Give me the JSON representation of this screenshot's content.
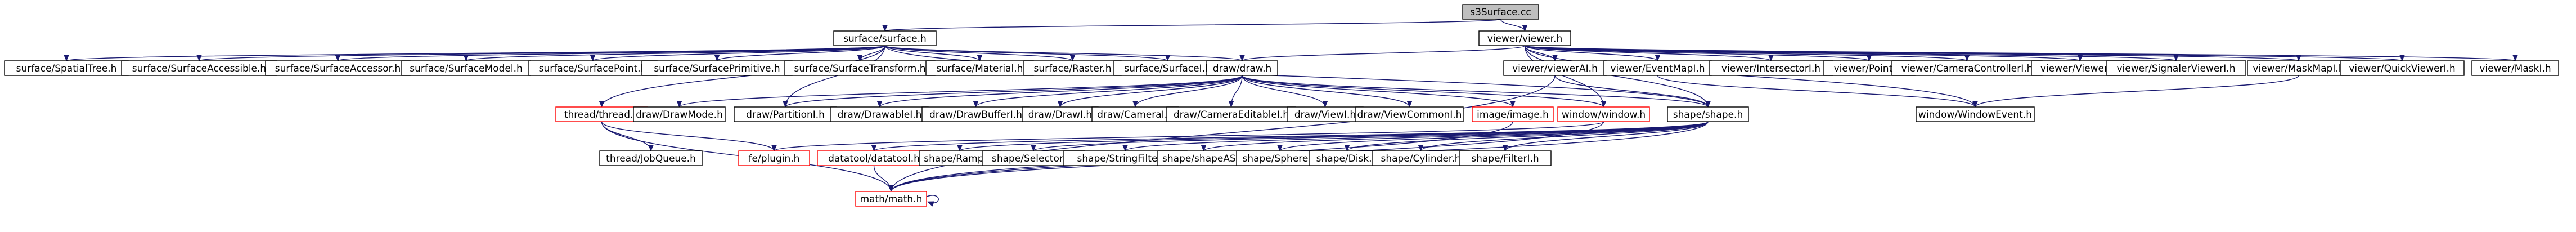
{
  "graph": {
    "colors": {
      "node_fill": "#ffffff",
      "node_border": "#000000",
      "node_border_incomplete": "#ff0000",
      "root_fill": "#bfbfbf",
      "edge": "#191970",
      "text": "#000000",
      "background": "#ffffff"
    },
    "nodes": [
      {
        "id": "root",
        "label": "s3Surface.cc",
        "root": true
      },
      {
        "id": "surface_h",
        "label": "surface/surface.h"
      },
      {
        "id": "viewer_h",
        "label": "viewer/viewer.h"
      },
      {
        "id": "spatialtree",
        "label": "surface/SpatialTree.h"
      },
      {
        "id": "accessible",
        "label": "surface/SurfaceAccessible.h"
      },
      {
        "id": "accessor",
        "label": "surface/SurfaceAccessor.h"
      },
      {
        "id": "model",
        "label": "surface/SurfaceModel.h"
      },
      {
        "id": "point",
        "label": "surface/SurfacePoint.h"
      },
      {
        "id": "primitive",
        "label": "surface/SurfacePrimitive.h"
      },
      {
        "id": "transform",
        "label": "surface/SurfaceTransform.h"
      },
      {
        "id": "material",
        "label": "surface/Material.h"
      },
      {
        "id": "raster",
        "label": "surface/Raster.h"
      },
      {
        "id": "surfacei",
        "label": "surface/SurfaceI.h"
      },
      {
        "id": "draw_h",
        "label": "draw/draw.h"
      },
      {
        "id": "viewerai",
        "label": "viewer/viewerAI.h"
      },
      {
        "id": "eventmapi",
        "label": "viewer/EventMapI.h"
      },
      {
        "id": "intersectori",
        "label": "viewer/IntersectorI.h"
      },
      {
        "id": "pointi",
        "label": "viewer/PointI.h"
      },
      {
        "id": "cameracontroller",
        "label": "viewer/CameraControllerI.h"
      },
      {
        "id": "vieweri",
        "label": "viewer/ViewerI.h"
      },
      {
        "id": "signalerviewer",
        "label": "viewer/SignalerViewerI.h"
      },
      {
        "id": "maskmapi",
        "label": "viewer/MaskMapI.h"
      },
      {
        "id": "quickviewer",
        "label": "viewer/QuickViewerI.h"
      },
      {
        "id": "maski",
        "label": "viewer/MaskI.h"
      },
      {
        "id": "thread",
        "label": "thread/thread.h",
        "incomplete": true
      },
      {
        "id": "drawmode",
        "label": "draw/DrawMode.h"
      },
      {
        "id": "partition",
        "label": "draw/PartitionI.h"
      },
      {
        "id": "drawable",
        "label": "draw/DrawableI.h"
      },
      {
        "id": "drawbuffer",
        "label": "draw/DrawBufferI.h"
      },
      {
        "id": "drawi",
        "label": "draw/DrawI.h"
      },
      {
        "id": "camerai",
        "label": "draw/CameraI.h"
      },
      {
        "id": "cameraeditable",
        "label": "draw/CameraEditableI.h"
      },
      {
        "id": "viewi",
        "label": "draw/ViewI.h"
      },
      {
        "id": "viewcommon",
        "label": "draw/ViewCommonI.h"
      },
      {
        "id": "image",
        "label": "image/image.h",
        "incomplete": true
      },
      {
        "id": "window",
        "label": "window/window.h",
        "incomplete": true
      },
      {
        "id": "shape",
        "label": "shape/shape.h"
      },
      {
        "id": "windowevent",
        "label": "window/WindowEvent.h"
      },
      {
        "id": "jobqueue",
        "label": "thread/JobQueue.h"
      },
      {
        "id": "plugin",
        "label": "fe/plugin.h",
        "incomplete": true
      },
      {
        "id": "datatool",
        "label": "datatool/datatool.h",
        "incomplete": true
      },
      {
        "id": "rampi",
        "label": "shape/RampI.h"
      },
      {
        "id": "selectori",
        "label": "shape/SelectorI.h"
      },
      {
        "id": "stringfilter",
        "label": "shape/StringFilterI.h"
      },
      {
        "id": "shapeas",
        "label": "shape/shapeAS.h"
      },
      {
        "id": "sphere",
        "label": "shape/Sphere.h"
      },
      {
        "id": "disk",
        "label": "shape/Disk.h"
      },
      {
        "id": "cylinder",
        "label": "shape/Cylinder.h"
      },
      {
        "id": "filteri",
        "label": "shape/FilterI.h"
      },
      {
        "id": "math",
        "label": "math/math.h",
        "incomplete": true
      }
    ],
    "edges": [
      [
        "root",
        "surface_h"
      ],
      [
        "root",
        "viewer_h"
      ],
      [
        "surface_h",
        "spatialtree"
      ],
      [
        "surface_h",
        "accessible"
      ],
      [
        "surface_h",
        "accessor"
      ],
      [
        "surface_h",
        "model"
      ],
      [
        "surface_h",
        "point"
      ],
      [
        "surface_h",
        "primitive"
      ],
      [
        "surface_h",
        "transform"
      ],
      [
        "surface_h",
        "material"
      ],
      [
        "surface_h",
        "raster"
      ],
      [
        "surface_h",
        "surfacei"
      ],
      [
        "surface_h",
        "draw_h"
      ],
      [
        "surface_h",
        "thread"
      ],
      [
        "surface_h",
        "partition"
      ],
      [
        "surface_h",
        "shape"
      ],
      [
        "viewer_h",
        "draw_h"
      ],
      [
        "viewer_h",
        "window"
      ],
      [
        "viewer_h",
        "viewerai"
      ],
      [
        "viewer_h",
        "eventmapi"
      ],
      [
        "viewer_h",
        "intersectori"
      ],
      [
        "viewer_h",
        "pointi"
      ],
      [
        "viewer_h",
        "cameracontroller"
      ],
      [
        "viewer_h",
        "vieweri"
      ],
      [
        "viewer_h",
        "signalerviewer"
      ],
      [
        "viewer_h",
        "maskmapi"
      ],
      [
        "viewer_h",
        "quickviewer"
      ],
      [
        "viewer_h",
        "maski"
      ],
      [
        "viewer_h",
        "windowevent"
      ],
      [
        "viewer_h",
        "shape"
      ],
      [
        "draw_h",
        "drawmode"
      ],
      [
        "draw_h",
        "partition"
      ],
      [
        "draw_h",
        "drawable"
      ],
      [
        "draw_h",
        "drawbuffer"
      ],
      [
        "draw_h",
        "drawi"
      ],
      [
        "draw_h",
        "camerai"
      ],
      [
        "draw_h",
        "cameraeditable"
      ],
      [
        "draw_h",
        "viewi"
      ],
      [
        "draw_h",
        "viewcommon"
      ],
      [
        "draw_h",
        "image"
      ],
      [
        "draw_h",
        "window"
      ],
      [
        "draw_h",
        "shape"
      ],
      [
        "viewerai",
        "shape"
      ],
      [
        "viewerai",
        "math"
      ],
      [
        "eventmapi",
        "windowevent"
      ],
      [
        "maskmapi",
        "windowevent"
      ],
      [
        "thread",
        "jobqueue"
      ],
      [
        "thread",
        "plugin"
      ],
      [
        "thread",
        "math"
      ],
      [
        "image",
        "math"
      ],
      [
        "window",
        "plugin"
      ],
      [
        "window",
        "math"
      ],
      [
        "shape",
        "datatool"
      ],
      [
        "shape",
        "rampi"
      ],
      [
        "shape",
        "selectori"
      ],
      [
        "shape",
        "stringfilter"
      ],
      [
        "shape",
        "shapeas"
      ],
      [
        "shape",
        "sphere"
      ],
      [
        "shape",
        "disk"
      ],
      [
        "shape",
        "cylinder"
      ],
      [
        "shape",
        "filteri"
      ],
      [
        "shape",
        "math"
      ],
      [
        "datatool",
        "math"
      ],
      [
        "math",
        "math"
      ]
    ]
  }
}
